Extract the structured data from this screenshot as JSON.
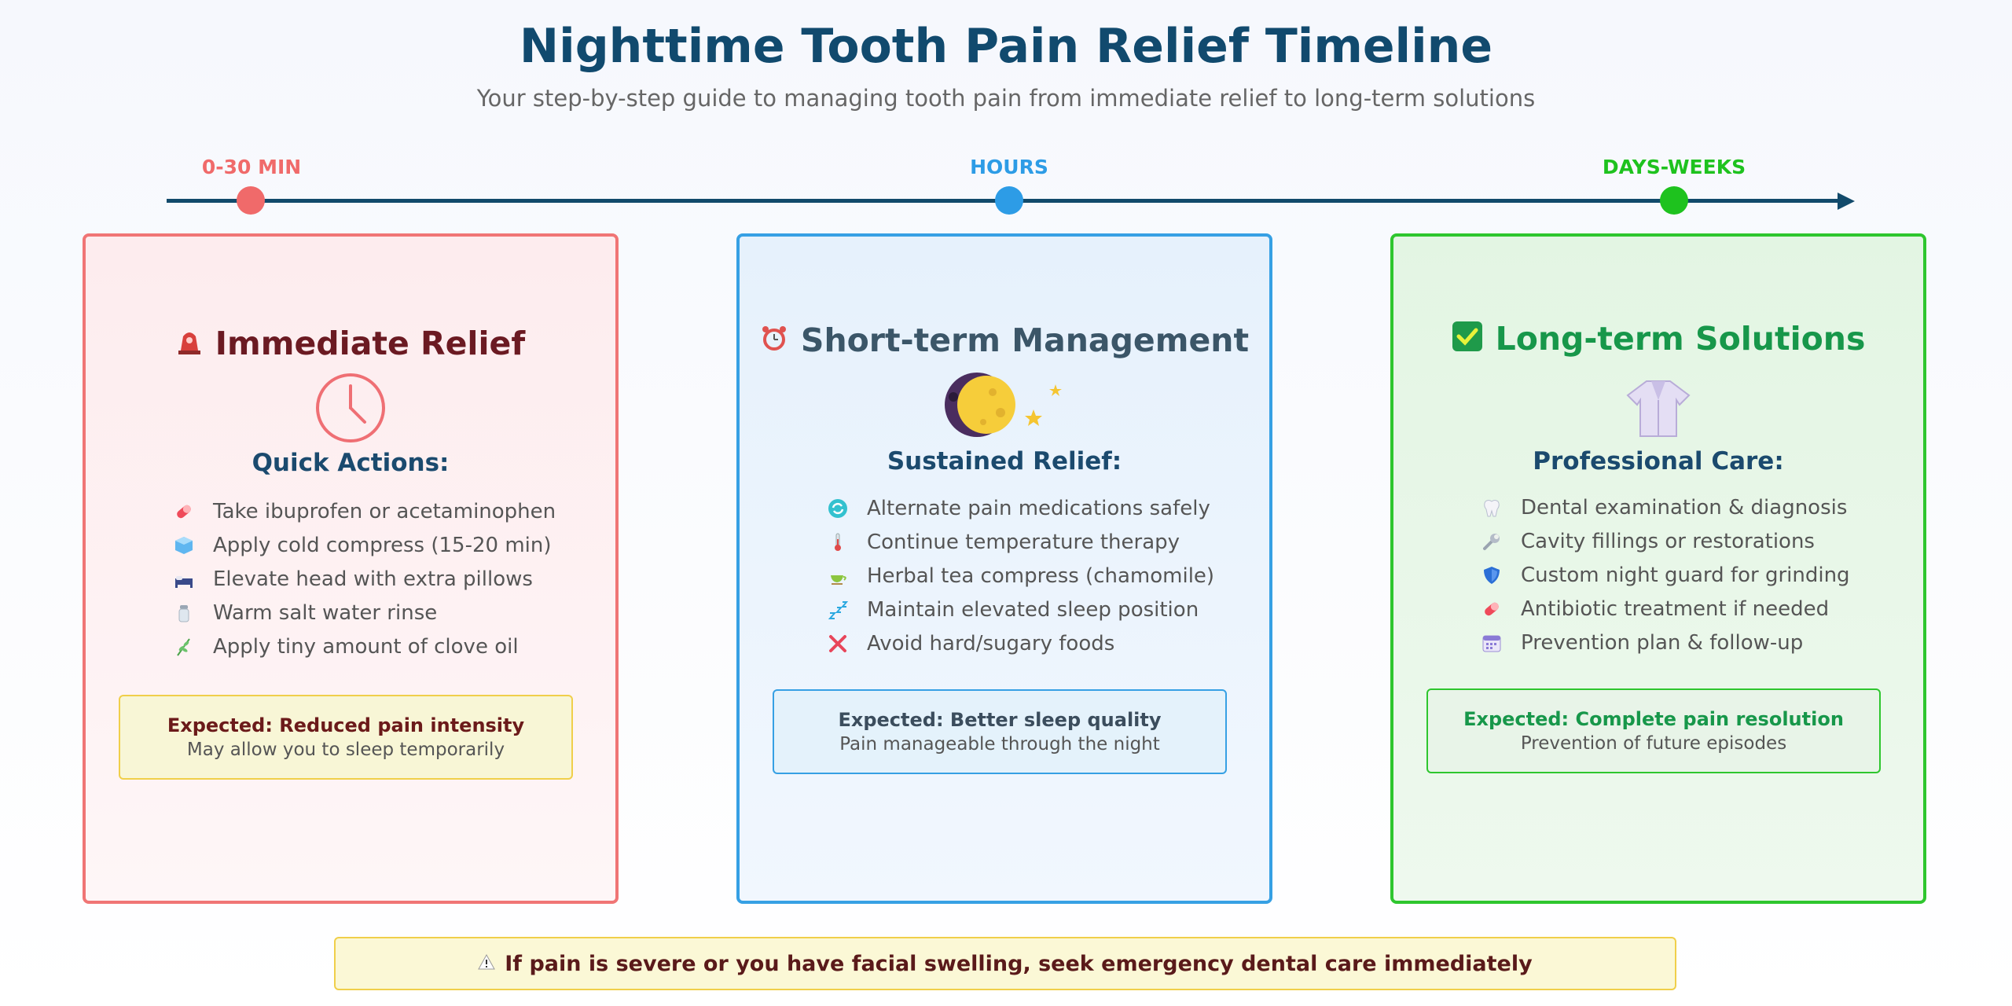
{
  "header": {
    "title": "Nighttime Tooth Pain Relief Timeline",
    "subtitle": "Your step-by-step guide to managing tooth pain from immediate relief to long-term solutions"
  },
  "timeline": {
    "markers": [
      {
        "label": "0-30 MIN",
        "color": "#f06a6a"
      },
      {
        "label": "HOURS",
        "color": "#2d9ce6"
      },
      {
        "label": "DAYS-WEEKS",
        "color": "#1ec21e"
      }
    ],
    "line_color": "#124a6b"
  },
  "cards": [
    {
      "title": "Immediate Relief",
      "icon": "siren-icon",
      "hero": "clock-icon",
      "subtitle": "Quick Actions:",
      "items": [
        {
          "icon": "pill-icon",
          "text": "Take ibuprofen or acetaminophen"
        },
        {
          "icon": "ice-cube-icon",
          "text": "Apply cold compress (15-20 min)"
        },
        {
          "icon": "bed-icon",
          "text": "Elevate head with extra pillows"
        },
        {
          "icon": "salt-shaker-icon",
          "text": "Warm salt water rinse"
        },
        {
          "icon": "herb-icon",
          "text": "Apply tiny amount of clove oil"
        }
      ],
      "expected_title": "Expected: Reduced pain intensity",
      "expected_desc": "May allow you to sleep temporarily",
      "colors": {
        "border": "#f07575",
        "bg": "#fdeef0",
        "title": "#6b1a22"
      }
    },
    {
      "title": "Short-term Management",
      "icon": "alarm-clock-icon",
      "hero": "moon-stars-icon",
      "subtitle": "Sustained Relief:",
      "items": [
        {
          "icon": "arrows-cycle-icon",
          "text": "Alternate pain medications safely"
        },
        {
          "icon": "thermometer-icon",
          "text": "Continue temperature therapy"
        },
        {
          "icon": "tea-icon",
          "text": "Herbal tea compress (chamomile)"
        },
        {
          "icon": "zzz-icon",
          "text": "Maintain elevated sleep position"
        },
        {
          "icon": "cross-mark-icon",
          "text": "Avoid hard/sugary foods"
        }
      ],
      "expected_title": "Expected: Better sleep quality",
      "expected_desc": "Pain manageable through the night",
      "colors": {
        "border": "#36a0e4",
        "bg": "#e9f3fd",
        "title": "#3b5668"
      }
    },
    {
      "title": "Long-term Solutions",
      "icon": "check-box-icon",
      "hero": "lab-coat-icon",
      "subtitle": "Professional Care:",
      "items": [
        {
          "icon": "tooth-icon",
          "text": "Dental examination & diagnosis"
        },
        {
          "icon": "wrench-icon",
          "text": "Cavity fillings or restorations"
        },
        {
          "icon": "shield-icon",
          "text": "Custom night guard for grinding"
        },
        {
          "icon": "pill-icon",
          "text": "Antibiotic treatment if needed"
        },
        {
          "icon": "calendar-icon",
          "text": "Prevention plan & follow-up"
        }
      ],
      "expected_title": "Expected: Complete pain resolution",
      "expected_desc": "Prevention of future episodes",
      "colors": {
        "border": "#2ec62e",
        "bg": "#e5f6e5",
        "title": "#17974a"
      }
    }
  ],
  "warning": {
    "icon": "warning-icon",
    "text": "If pain is severe or you have facial swelling, seek emergency dental care immediately"
  }
}
